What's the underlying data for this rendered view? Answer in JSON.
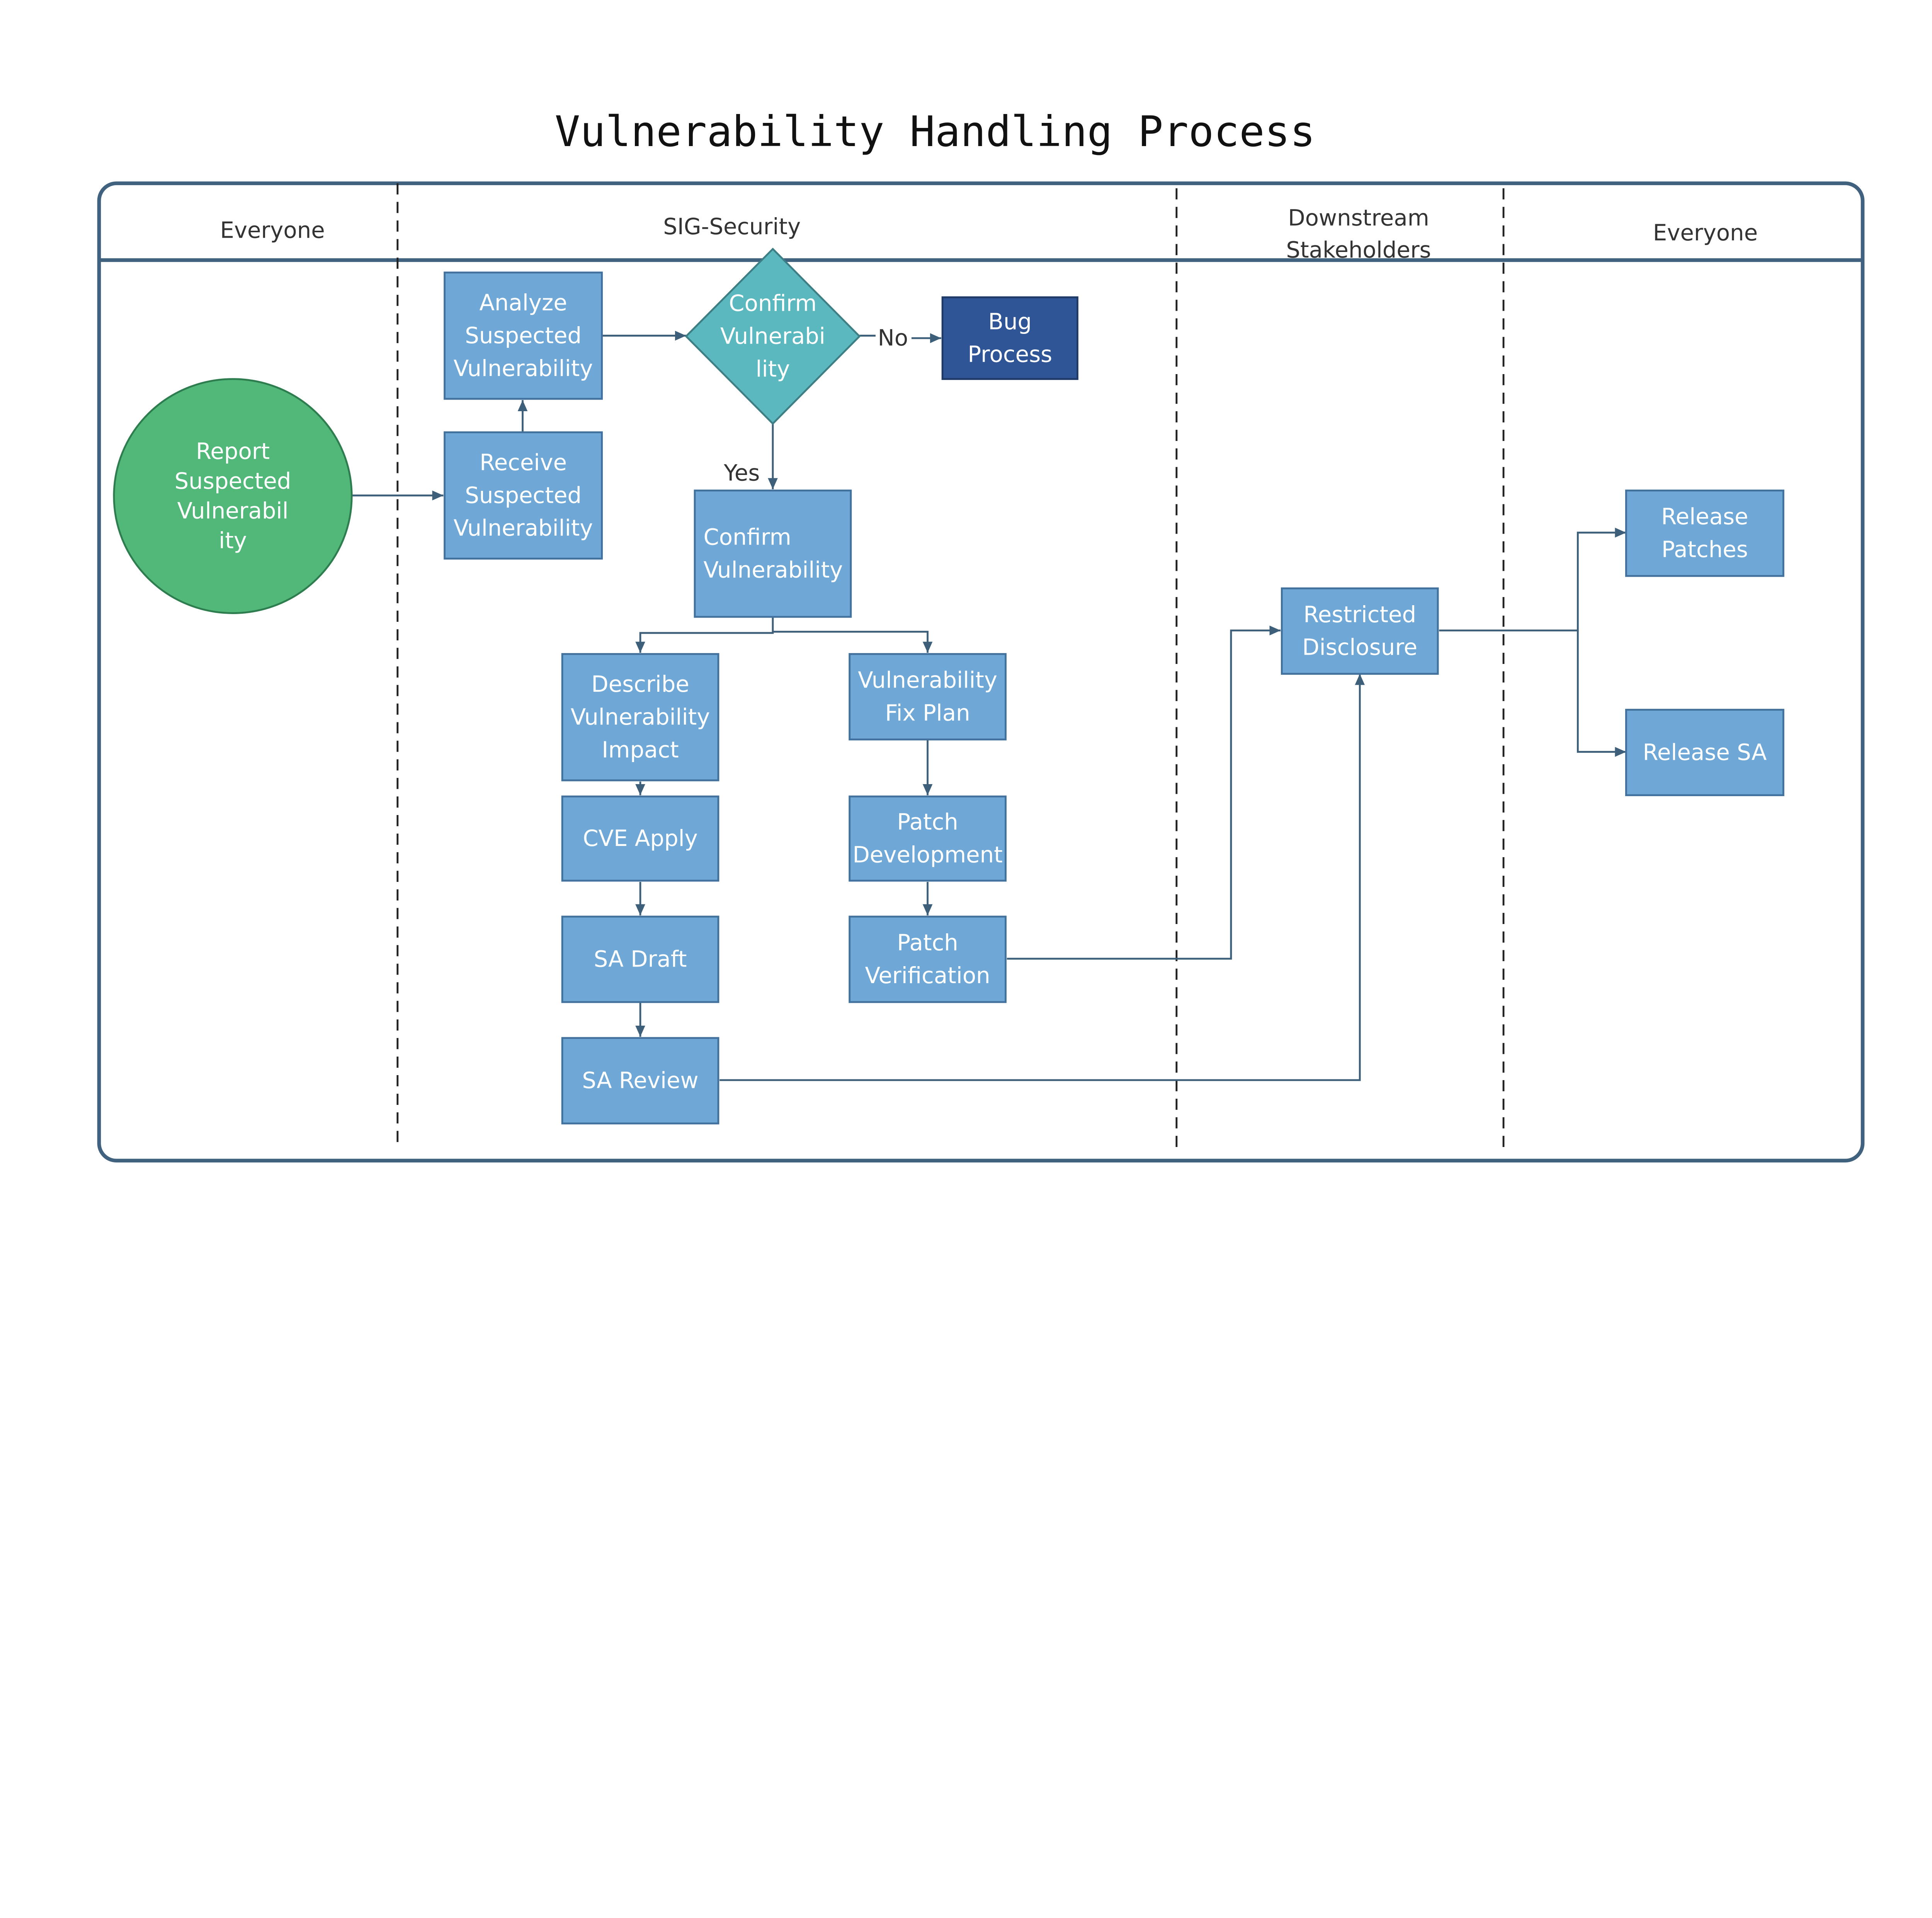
{
  "title": "Vulnerability Handling Process",
  "lanes": [
    {
      "label": [
        "Everyone"
      ]
    },
    {
      "label": [
        "SIG-Security"
      ]
    },
    {
      "label": [
        "Downstream",
        "Stakeholders"
      ]
    },
    {
      "label": [
        "Everyone"
      ]
    }
  ],
  "nodes": {
    "report": {
      "label": [
        "Report",
        "Suspected",
        "Vulnerabil",
        "ity"
      ],
      "shape": "circle",
      "color": "#52B87A"
    },
    "receive": {
      "label": [
        "Receive",
        "Suspected",
        "Vulnerability"
      ],
      "shape": "rect",
      "color": "#6FA8D6"
    },
    "analyze": {
      "label": [
        "Analyze",
        "Suspected",
        "Vulnerability"
      ],
      "shape": "rect",
      "color": "#6FA8D6"
    },
    "decision": {
      "label": [
        "Confirm",
        "Vulnerabi",
        "lity"
      ],
      "shape": "diamond",
      "color": "#5BB8BE"
    },
    "bug": {
      "label": [
        "Bug",
        "Process"
      ],
      "shape": "rect",
      "color": "#2F5597"
    },
    "confirm": {
      "label": [
        "Confirm",
        "Vulnerability"
      ],
      "shape": "rect",
      "color": "#6FA8D6"
    },
    "describe": {
      "label": [
        "Describe",
        "Vulnerability",
        "Impact"
      ],
      "shape": "rect",
      "color": "#6FA8D6"
    },
    "cve": {
      "label": [
        "CVE Apply"
      ],
      "shape": "rect",
      "color": "#6FA8D6"
    },
    "sadraft": {
      "label": [
        "SA Draft"
      ],
      "shape": "rect",
      "color": "#6FA8D6"
    },
    "sareview": {
      "label": [
        "SA Review"
      ],
      "shape": "rect",
      "color": "#6FA8D6"
    },
    "fixplan": {
      "label": [
        "Vulnerability",
        "Fix Plan"
      ],
      "shape": "rect",
      "color": "#6FA8D6"
    },
    "patchdev": {
      "label": [
        "Patch",
        "Development"
      ],
      "shape": "rect",
      "color": "#6FA8D6"
    },
    "patchver": {
      "label": [
        "Patch",
        "Verification"
      ],
      "shape": "rect",
      "color": "#6FA8D6"
    },
    "restricted": {
      "label": [
        "Restricted",
        "Disclosure"
      ],
      "shape": "rect",
      "color": "#6FA8D6"
    },
    "relpatches": {
      "label": [
        "Release",
        "Patches"
      ],
      "shape": "rect",
      "color": "#6FA8D6"
    },
    "relsa": {
      "label": [
        "Release SA"
      ],
      "shape": "rect",
      "color": "#6FA8D6"
    }
  },
  "edge_labels": {
    "no": "No",
    "yes": "Yes"
  },
  "colors": {
    "border": "#41627F",
    "line": "#3D5F7A"
  }
}
